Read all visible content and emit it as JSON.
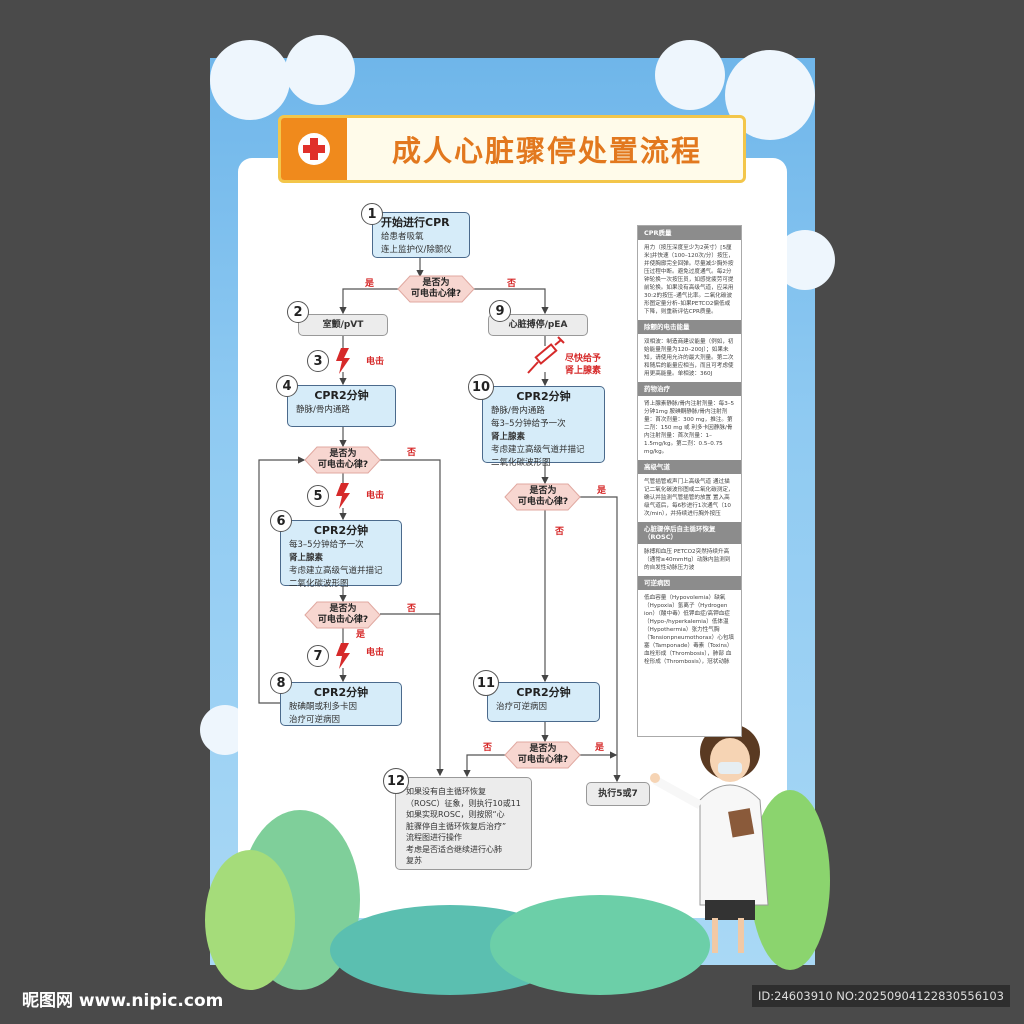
{
  "title": "成人心脏骤停处置流程",
  "colors": {
    "accent": "#e2781e",
    "box_blue": "#d6ecf9",
    "decision_pink": "#f7d6d0",
    "red_text": "#d62a2a"
  },
  "steps": {
    "s1": {
      "num": "1",
      "title": "开始进行CPR",
      "lines": [
        "给患者吸氧",
        "连上监护仪/除颤仪"
      ]
    },
    "s2": {
      "num": "2",
      "title": "室颤/pVT"
    },
    "s3": {
      "num": "3",
      "label": "电击"
    },
    "s4": {
      "num": "4",
      "title": "CPR2分钟",
      "lines": [
        "静脉/骨内通路"
      ]
    },
    "s5": {
      "num": "5",
      "label": "电击"
    },
    "s6": {
      "num": "6",
      "title": "CPR2分钟",
      "lines": [
        "每3–5分钟给予一次",
        "肾上腺素",
        "考虑建立高级气道并描记",
        "二氧化碳波形图"
      ]
    },
    "s7": {
      "num": "7",
      "label": "电击"
    },
    "s8": {
      "num": "8",
      "title": "CPR2分钟",
      "lines": [
        "胺碘酮或利多卡因",
        "治疗可逆病因"
      ]
    },
    "s9": {
      "num": "9",
      "title": "心脏搏停/pEA",
      "drug_label": [
        "尽快给予",
        "肾上腺素"
      ]
    },
    "s10": {
      "num": "10",
      "title": "CPR2分钟",
      "lines": [
        "静脉/骨内通路",
        "每3–5分钟给予一次",
        "肾上腺素",
        "考虑建立高级气道并描记",
        "二氧化碳波形图"
      ]
    },
    "s11": {
      "num": "11",
      "title": "CPR2分钟",
      "lines": [
        "治疗可逆病因"
      ]
    },
    "s12": {
      "num": "12",
      "lines": [
        "如果没有自主循环恢复",
        "（ROSC）征象，则执行10或11",
        "如果实现ROSC，则按照“心",
        "脏骤停自主循环恢复后治疗”",
        "流程图进行操作",
        "考虑是否适合继续进行心肺",
        "复苏"
      ]
    },
    "exec": {
      "title": "执行5或7"
    }
  },
  "decision": {
    "line1": "是否为",
    "line2": "可电击心律?",
    "yes": "是",
    "no": "否"
  },
  "side": [
    {
      "header": "CPR质量",
      "body": "用力（按压深度至少为2英寸）[5厘米]并快速（100–120次/分）按压，并使胸廓完全回弹。尽量减少胸外按压过程中断。避免过度通气。每2分钟轮换一次按压员，如感觉疲劳可提前轮换。如果没有高级气道，应采用30:2的按压–通气比率。二氧化碳波形图定量分析–如果PETCO2偏低或下降，则重新评估CPR质量。"
    },
    {
      "header": "除颤的电击能量",
      "body": "双相波：制造商建议能量（例如，初始能量剂量为120–200J）；如果未知，请使用允许的最大剂量。第二次和随后的能量应相当，而且可考虑使用更高能量。单相波：360J"
    },
    {
      "header": "药物治疗",
      "body": "肾上腺素静脉/骨内注射剂量：每3–5分钟1mg 胺碘酮静脉/骨内注射剂量：首次剂量：300 mg，推注。第二剂：150 mg 或 利多卡因静脉/骨内注射剂量：首次剂量：1–1.5mg/kg。第二剂：0.5–0.75 mg/kg。"
    },
    {
      "header": "高级气道",
      "body": "气管插管或声门上高级气道 通过描记二氧化碳波形图或二氧化碳测定，确认并监测气管插管的放置 置入高级气道后，每6秒进行1次通气（10次/min），并持续进行胸外按压"
    },
    {
      "header": "心脏骤停后自主循环恢复（ROSC）",
      "body": "脉搏和血压 PETCO2突然持续升高（通常≥40mmHg）动脉内监测到的自发性动脉压力波"
    },
    {
      "header": "可逆病因",
      "body": "低血容量（Hypovolemia）缺氧（Hypoxia）氢离子（Hydrogen ion）（酸中毒）低钾血症/高钾血症（Hypo-/hyperkalemia）低体温（Hypothermia）张力性气胸（Tensionpneumothorax）心包填塞（Tamponade）毒素（Toxins）血栓形成（Thrombosis），肺部 血栓形成（Thrombosis），冠状动脉"
    }
  ],
  "watermark": {
    "left": "昵图网 www.nipic.com",
    "right": "ID:24603910 NO:20250904122830556103"
  }
}
